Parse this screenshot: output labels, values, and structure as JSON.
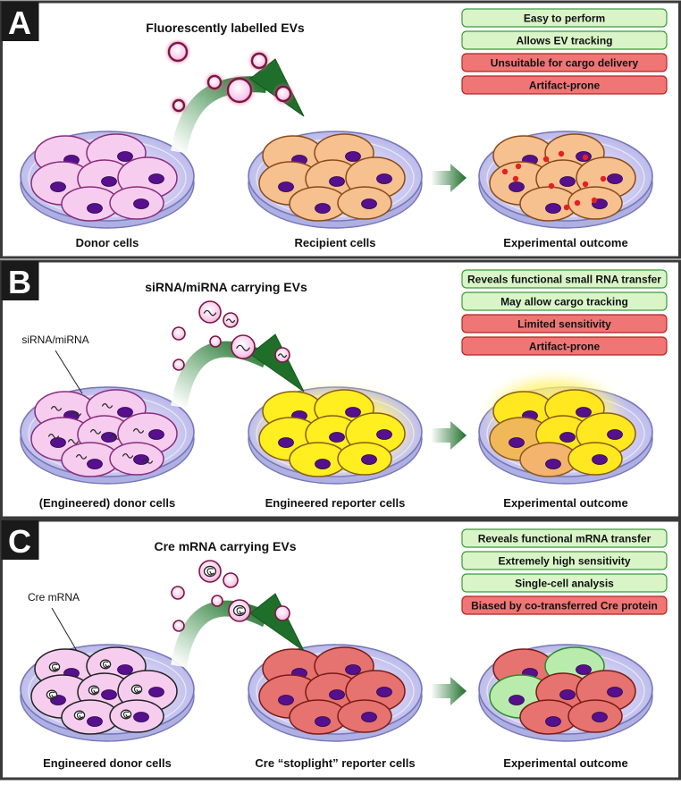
{
  "colors": {
    "panel_bg": "#ffffff",
    "border": "#3a3a3a",
    "tag_bg": "#1a1a1a",
    "green_box": "#d9f5c8",
    "green_stroke": "#3d9a3d",
    "red_box": "#f07575",
    "red_stroke": "#b42323",
    "dish_fill": "#c9c8ef",
    "dish_stroke": "#7777b8",
    "nucleus": "#56108e",
    "donor_cell": "#f6cdef",
    "recipient_cell": "#f6c08f",
    "reporter_cell": "#ffef20",
    "stoplight_cell": "#e6736f",
    "green_cell": "#b9ebad",
    "arrow_green": "#1f6f2a",
    "ev_ring": "#7c1840",
    "cargo_dot": "#e52020"
  },
  "panels": [
    {
      "letter": "A",
      "ev_label": "Fluorescently labelled EVs",
      "features": [
        {
          "text": "Easy to perform",
          "kind": "pro"
        },
        {
          "text": "Allows EV tracking",
          "kind": "pro"
        },
        {
          "text": "Unsuitable for cargo delivery",
          "kind": "con"
        },
        {
          "text": "Artifact-prone",
          "kind": "con"
        }
      ],
      "donor_label": "Donor cells",
      "recipient_label": "Recipient cells",
      "outcome_label": "Experimental outcome"
    },
    {
      "letter": "B",
      "ev_label": "siRNA/miRNA carrying EVs",
      "cargo_label": "siRNA/miRNA",
      "features": [
        {
          "text": "Reveals functional small RNA transfer",
          "kind": "pro"
        },
        {
          "text": "May allow cargo tracking",
          "kind": "pro"
        },
        {
          "text": "Limited sensitivity",
          "kind": "con"
        },
        {
          "text": "Artifact-prone",
          "kind": "con"
        }
      ],
      "donor_label": "(Engineered) donor cells",
      "recipient_label": "Engineered reporter cells",
      "outcome_label": "Experimental outcome"
    },
    {
      "letter": "C",
      "ev_label": "Cre mRNA carrying EVs",
      "cargo_label": "Cre mRNA",
      "features": [
        {
          "text": "Reveals functional mRNA transfer",
          "kind": "pro"
        },
        {
          "text": "Extremely high sensitivity",
          "kind": "pro"
        },
        {
          "text": "Single-cell analysis",
          "kind": "pro"
        },
        {
          "text": "Biased by co-transferred Cre protein",
          "kind": "con"
        }
      ],
      "donor_label": "Engineered donor cells",
      "recipient_label": "Cre “stoplight” reporter cells",
      "outcome_label": "Experimental outcome"
    }
  ]
}
